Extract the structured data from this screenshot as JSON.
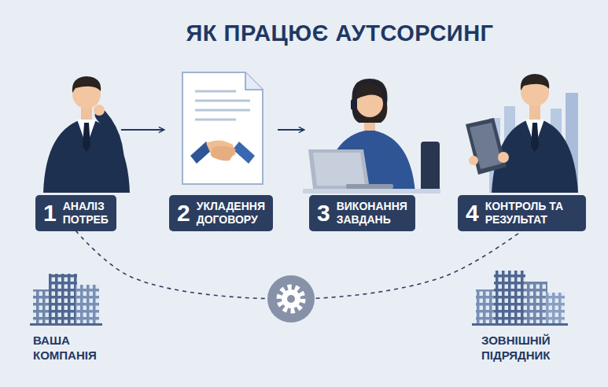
{
  "diagram": {
    "title": "ЯК ПРАЦЮЄ АУТСОРСИНГ",
    "nodes": [
      {
        "text": [
          "1",
          "АНАЛІЗ ПОТРЕБ"
        ]
      },
      {
        "text": [
          "2",
          "УКЛАДЕННЯ ДОГОВОРУ"
        ]
      },
      {
        "text": [
          "3",
          "ВИКОНАННЯ ЗАВДАНЬ"
        ]
      },
      {
        "text": [
          "4",
          "КОНТРОЛЬ ТА РЕЗУЛЬТАТ"
        ]
      }
    ],
    "edges": [
      {
        "from": 0,
        "to": 1,
        "arrow": "to"
      },
      {
        "from": 1,
        "to": 2,
        "arrow": "to"
      },
      {
        "from": 0,
        "to": 3,
        "arrow": "none"
      }
    ],
    "labels": [
      "ВАША КОМПАНІЯ",
      "ЗОВНІШНІЙ ПІДРЯДНИК"
    ]
  }
}
